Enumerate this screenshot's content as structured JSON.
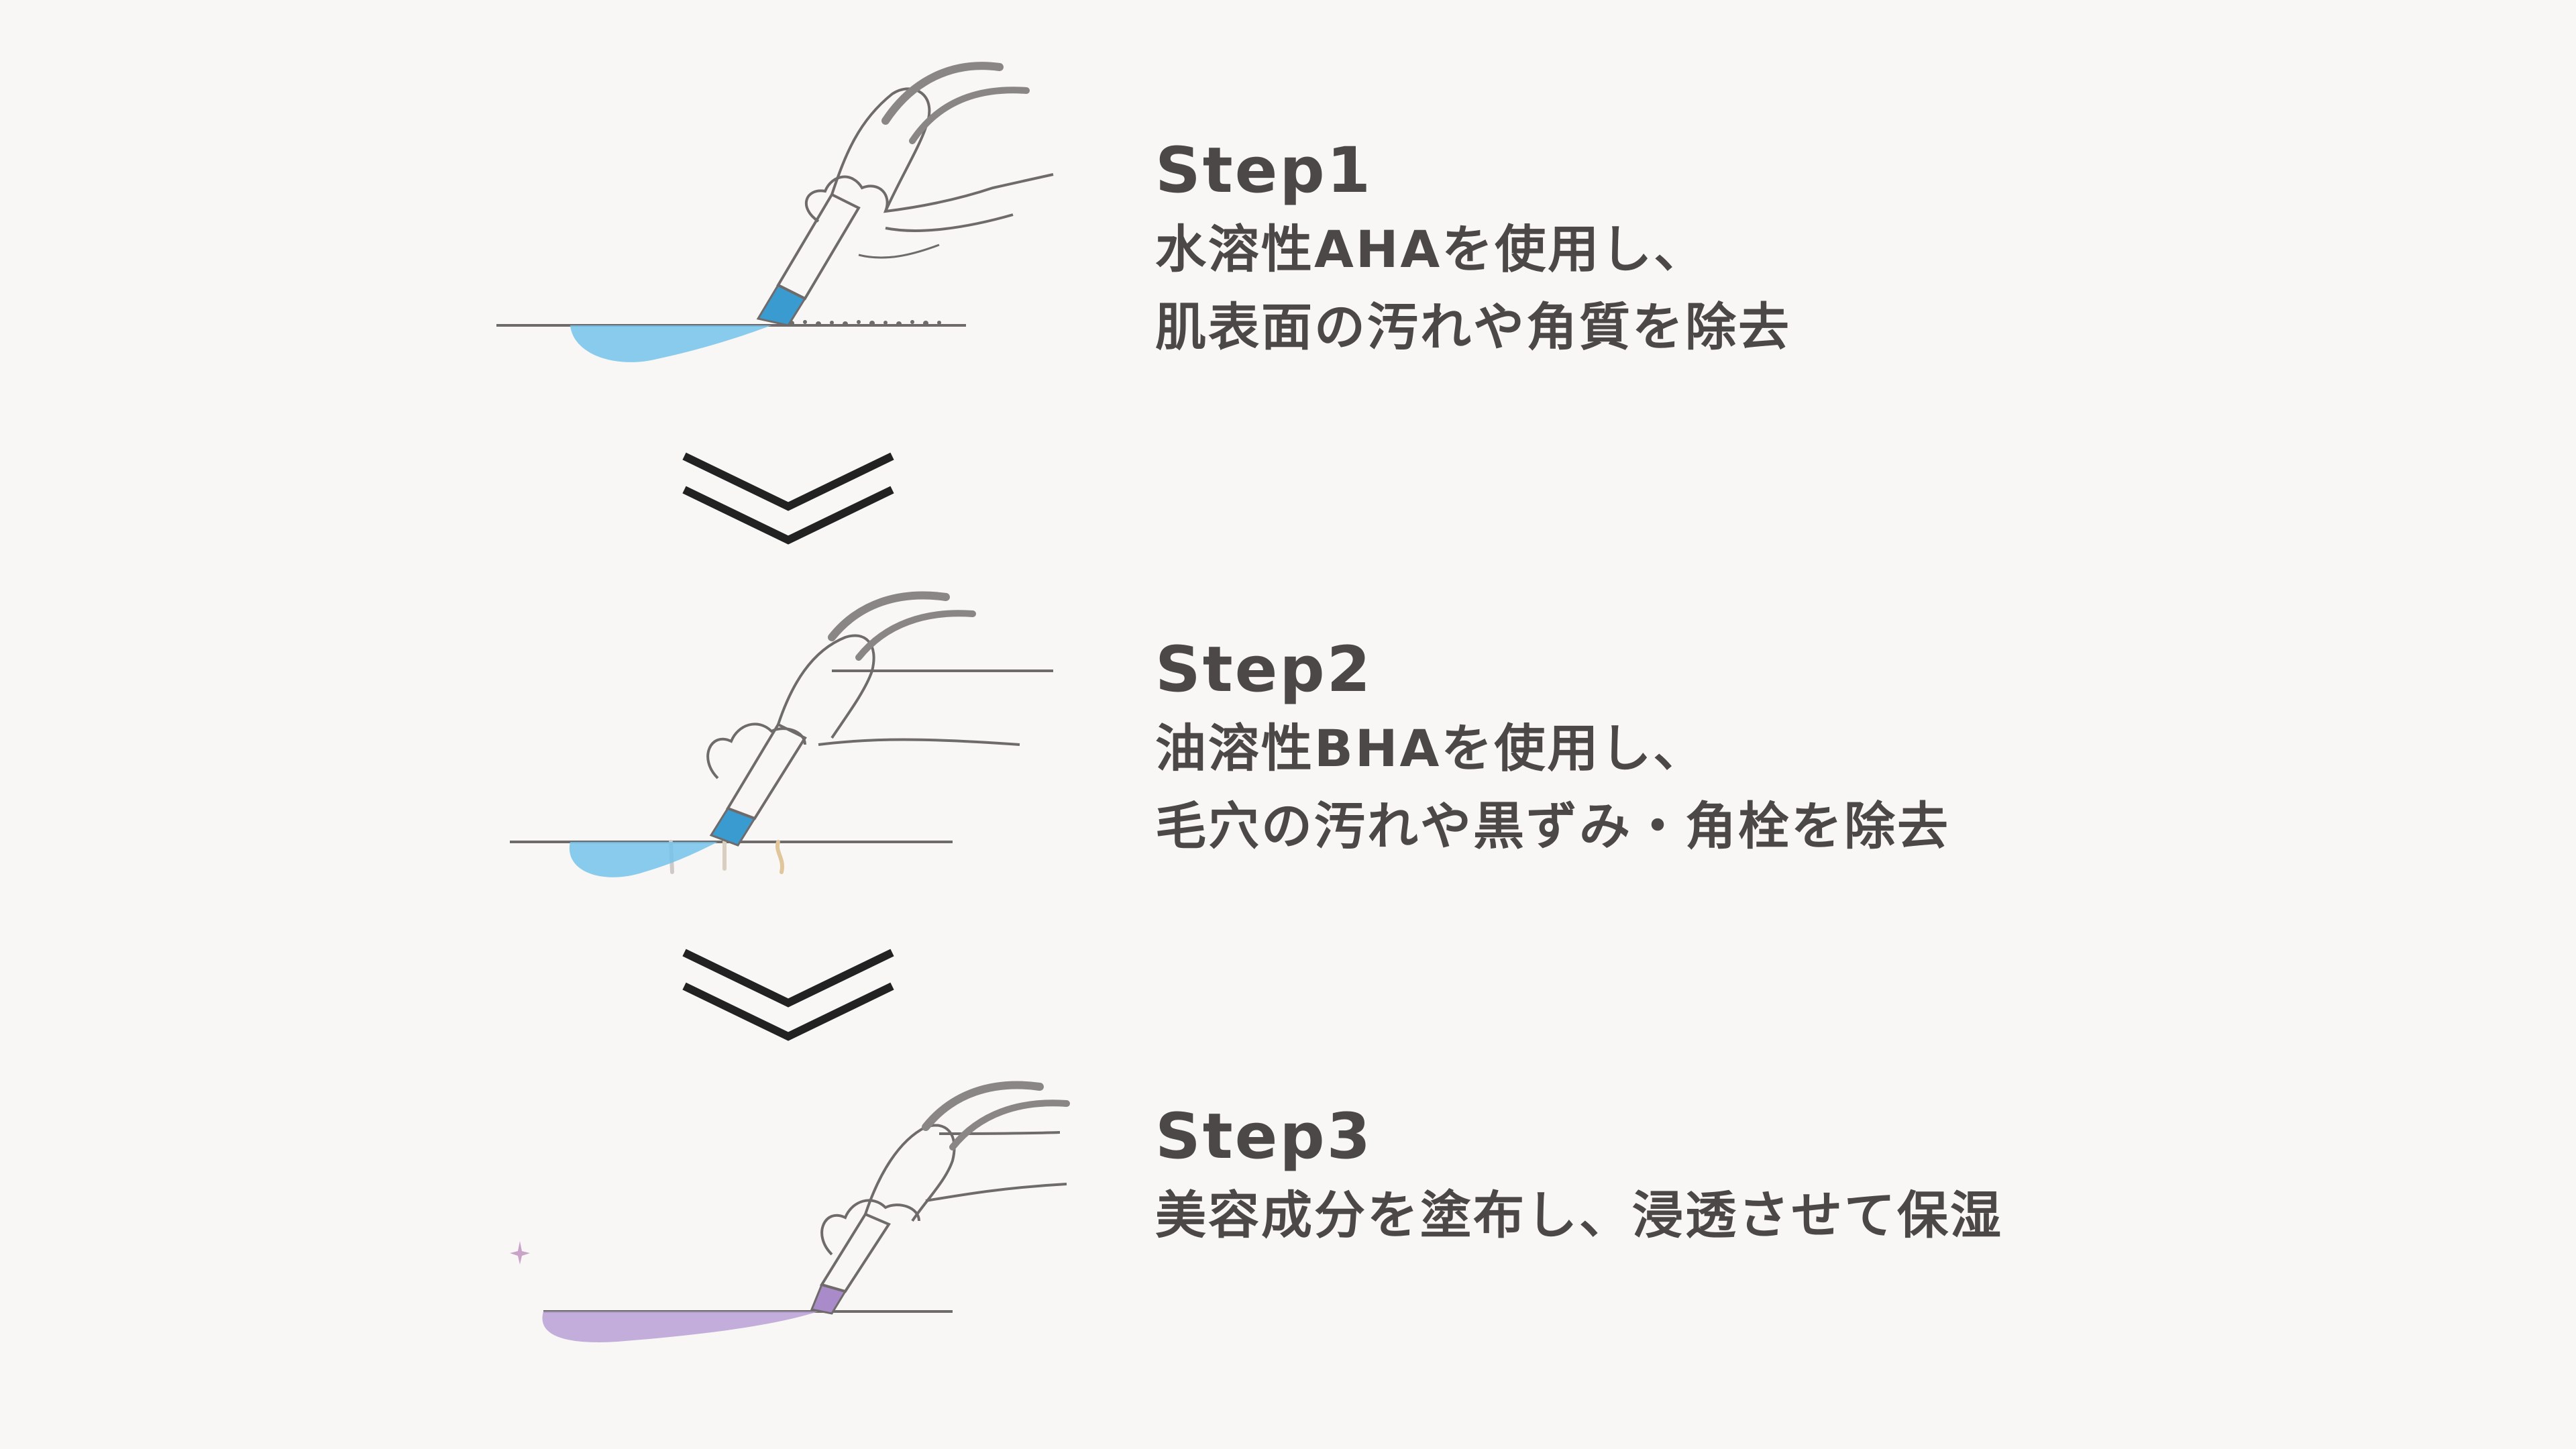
{
  "steps": [
    {
      "label": "Step1",
      "lines": [
        "水溶性AHAを使用し、",
        "肌表面の汚れや角質を除去"
      ],
      "liquid_color": "#74c3ea",
      "tip_color": "#3a9bd0"
    },
    {
      "label": "Step2",
      "lines": [
        "油溶性BHAを使用し、",
        "毛穴の汚れや黒ずみ・角栓を除去"
      ],
      "liquid_color": "#74c3ea",
      "tip_color": "#3a9bd0"
    },
    {
      "label": "Step3",
      "lines": [
        "美容成分を塗布し、浸透させて保湿"
      ],
      "liquid_color": "#b9a0d6",
      "tip_color": "#a98bc9"
    }
  ],
  "icons": {
    "step_illustration": "hand-applicator-icon",
    "flow_arrow": "double-chevron-down-icon"
  },
  "colors": {
    "background": "#f8f7f6",
    "text": "#4c4847",
    "arrow": "#222222"
  }
}
